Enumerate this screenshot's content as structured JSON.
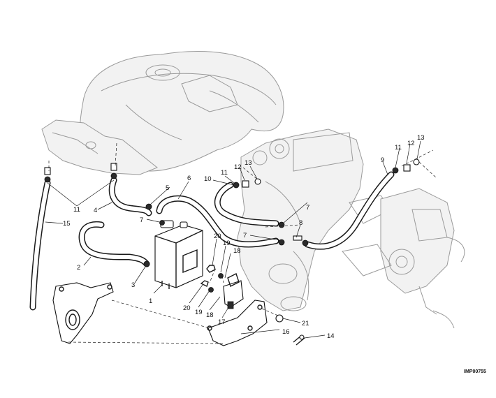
{
  "labels": {
    "n1": "1",
    "n2": "2",
    "n3": "3",
    "n4": "4",
    "n5": "5",
    "n6": "6",
    "n7a": "7",
    "n7b": "7",
    "n7c": "7",
    "n8": "8",
    "n9": "9",
    "n10": "10",
    "n11a": "11",
    "n11b": "11",
    "n11c": "11",
    "n12a": "12",
    "n12b": "12",
    "n13a": "13",
    "n13b": "13",
    "n14": "14",
    "n15": "15",
    "n16": "16",
    "n17": "17",
    "n18a": "18",
    "n18b": "18",
    "n19a": "19",
    "n19b": "19",
    "n20a": "20",
    "n20b": "20",
    "n21": "21"
  },
  "drawing_code": "IMP00755",
  "icons": [
    "fuel-tank-outline",
    "engine-outline",
    "canister",
    "bracket",
    "hose",
    "clamp",
    "screw"
  ]
}
